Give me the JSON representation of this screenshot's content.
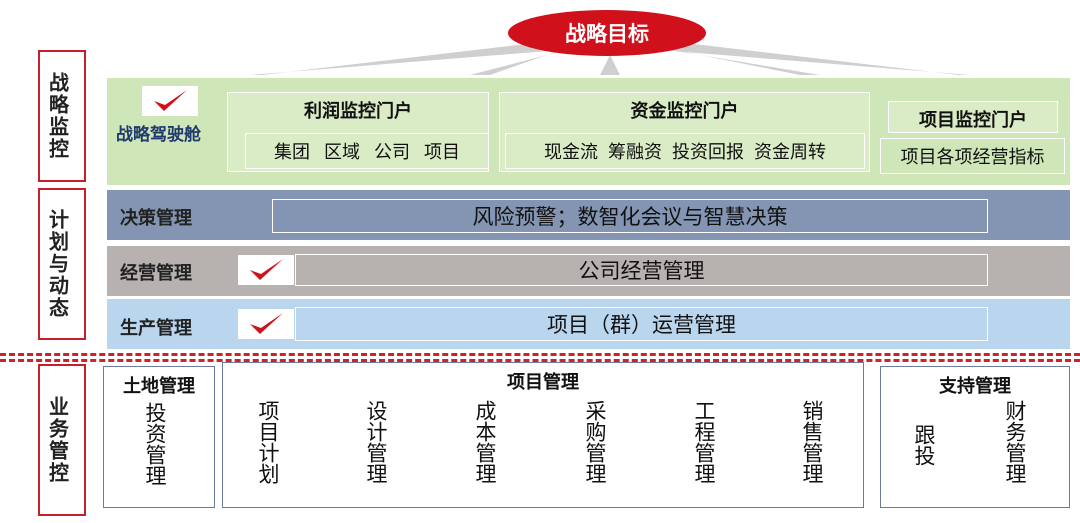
{
  "goal": "战略目标",
  "sidebar": [
    "战略监控",
    "计划与动态",
    "业务管控"
  ],
  "cockpit": "战略驾驶舱",
  "portals": [
    {
      "title": "利润监控门户",
      "items": [
        "集团",
        "区域",
        "公司",
        "项目"
      ]
    },
    {
      "title": "资金监控门户",
      "items": [
        "现金流",
        "筹融资",
        "投资回报",
        "资金周转"
      ]
    },
    {
      "title": "项目监控门户",
      "items": [
        "项目各项经营指标"
      ]
    }
  ],
  "bands": [
    {
      "label": "决策管理",
      "content": "风险预警；数智化会议与智慧决策",
      "color": "#8395b3"
    },
    {
      "label": "经营管理",
      "content": "公司经营管理",
      "color": "#b7b2b0"
    },
    {
      "label": "生产管理",
      "content": "项目（群）运营管理",
      "color": "#b9d6ee"
    }
  ],
  "land": {
    "title": "土地管理",
    "items": [
      "投资管理"
    ]
  },
  "project": {
    "title": "项目管理",
    "items": [
      "项目计划",
      "设计管理",
      "成本管理",
      "采购管理",
      "工程管理",
      "销售管理"
    ]
  },
  "support": {
    "title": "支持管理",
    "items": [
      "跟投",
      "财务管理"
    ]
  }
}
